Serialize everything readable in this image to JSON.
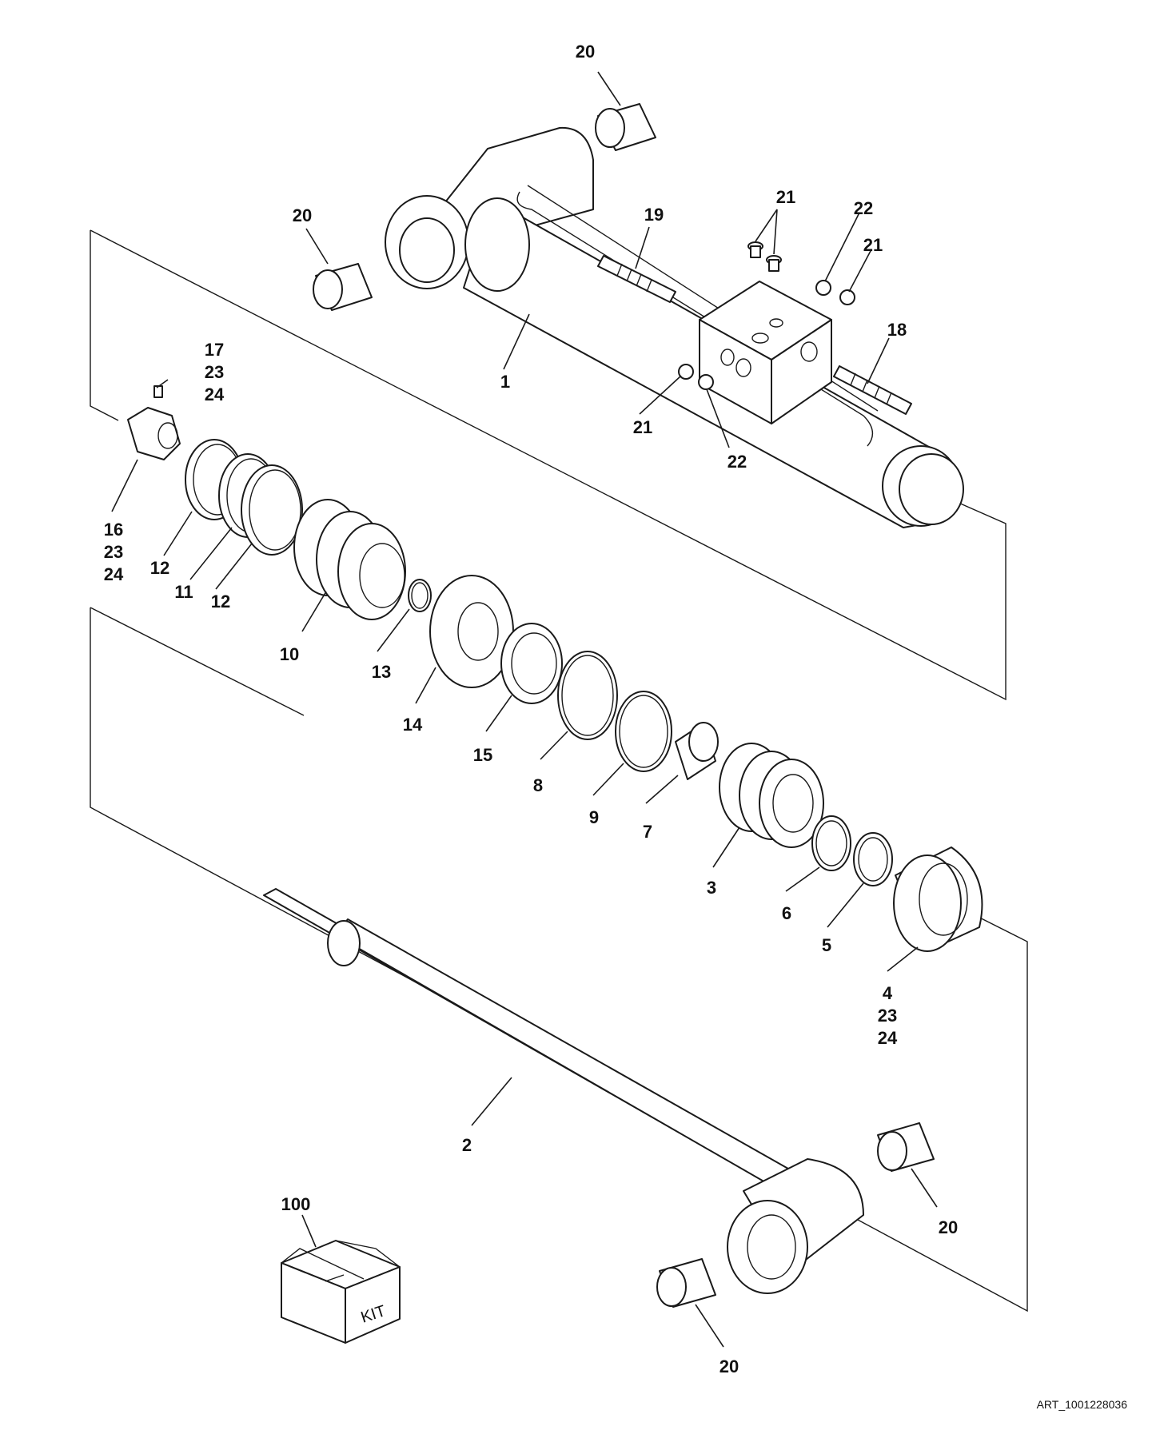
{
  "callouts": {
    "c1": "1",
    "c2": "2",
    "c3": "3",
    "c4": "4",
    "c5": "5",
    "c6": "6",
    "c7": "7",
    "c8": "8",
    "c9": "9",
    "c10": "10",
    "c11": "11",
    "c12a": "12",
    "c12b": "12",
    "c13": "13",
    "c14": "14",
    "c15": "15",
    "c16": "16",
    "c17": "17",
    "c18": "18",
    "c19": "19",
    "c20a": "20",
    "c20b": "20",
    "c20c": "20",
    "c20d": "20",
    "c21a": "21",
    "c21b": "21",
    "c21c": "21",
    "c22a": "22",
    "c22b": "22",
    "c23a": "23",
    "c23b": "23",
    "c23c": "23",
    "c24a": "24",
    "c24b": "24",
    "c24c": "24",
    "c100": "100"
  },
  "kit_label": "KIT",
  "art_id": "ART_1001228036"
}
